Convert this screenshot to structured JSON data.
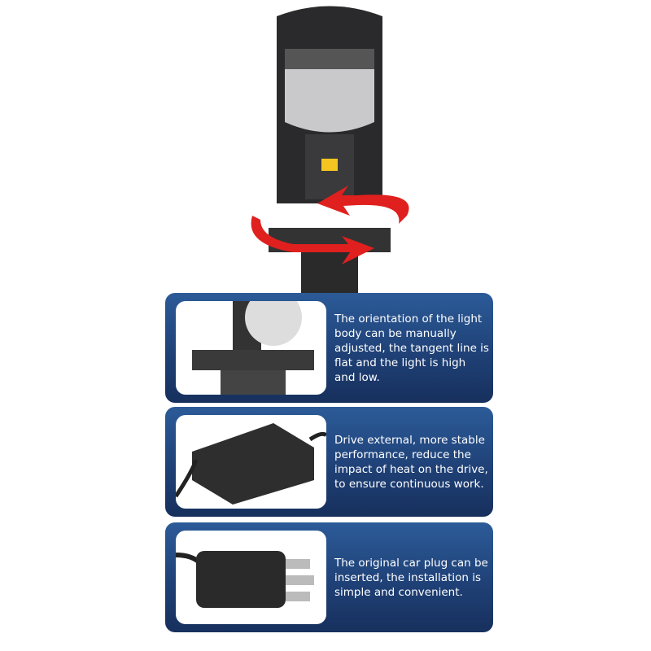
{
  "features": [
    {
      "text": "The orientation of the light body can be manually adjusted, the tangent line is flat and the light is high and low."
    },
    {
      "text": "Drive external, more stable performance, reduce the impact of heat on the drive, to ensure continuous work."
    },
    {
      "text": "The original car plug can be inserted, the installation is simple and convenient."
    }
  ],
  "colors": {
    "panel_top": "#2c5b98",
    "panel_bottom": "#17305d",
    "arrow": "#e0201e"
  }
}
